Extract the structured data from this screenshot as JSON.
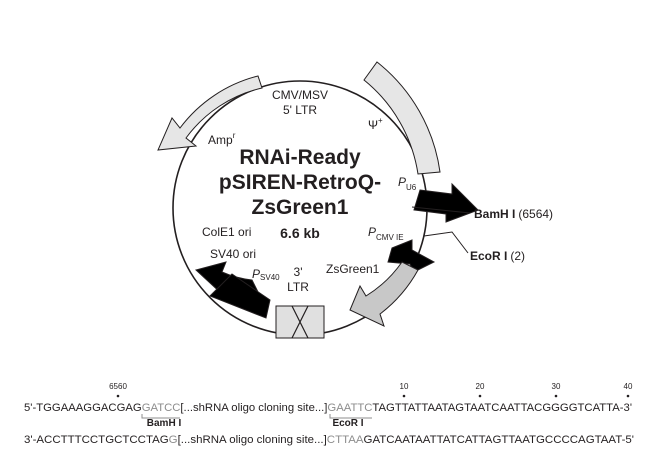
{
  "plasmid": {
    "title_lines": [
      "RNAi-Ready",
      "pSIREN-RetroQ-",
      "ZsGreen1"
    ],
    "size": "6.6 kb"
  },
  "features": {
    "cmv_msv_ltr_1": "CMV/MSV",
    "cmv_msv_ltr_2": "5' LTR",
    "psi": "Ψ",
    "psi_sup": "+",
    "amp": "Amp",
    "amp_sup": "r",
    "pu6_p": "P",
    "pu6_sub": "U6",
    "colE1": "ColE1 ori",
    "sv40ori": "SV40 ori",
    "psv40_p": "P",
    "psv40_sub": "SV40",
    "ltr3_1": "3'",
    "ltr3_2": "LTR",
    "zsgreen": "ZsGreen1",
    "pcmv_p": "P",
    "pcmv_sub": "CMV IE"
  },
  "sites": {
    "bamhi_name": "BamH I",
    "bamhi_pos": "(6564)",
    "ecori_name": "EcoR I",
    "ecori_pos": "(2)"
  },
  "sequence": {
    "ticks": [
      "6560",
      "10",
      "20",
      "30",
      "40"
    ],
    "top": {
      "prefix": "5'-TGGAAAGGACGAG",
      "bam": "GATCC",
      "middle": "[...shRNA oligo cloning site...]",
      "eco": "GAATTC",
      "suffix": "TAGTTATTAATAGTAATCAATTACGGGGTCATTA-3'"
    },
    "bottom": {
      "prefix": "3'-ACCTTTCCTGCTCCTAG",
      "bam": "G",
      "middle": "[...shRNA oligo cloning site...]",
      "eco": "CTTAA",
      "suffix": "GATCAATAATTATCATTAGTTAATGCCCCAGTAAT-5'"
    },
    "bamhi_label": "BamH I",
    "ecori_label": "EcoR I"
  }
}
